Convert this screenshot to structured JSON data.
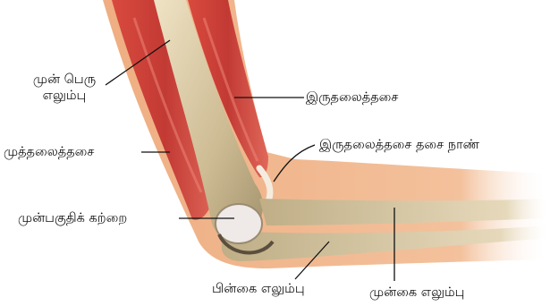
{
  "labels": {
    "humerus": "முன் பெரு\nஎலும்பு",
    "biceps": "இருதலைத்தசை",
    "triceps": "முத்தலைத்தசை",
    "biceps_tendon": "இருதலைத்தசை தசை நாண்",
    "cartilage": "முன்பகுதிக் கற்றை",
    "ulna": "பின்கை எலும்பு",
    "radius": "முன்கை எலும்பு"
  },
  "colors": {
    "skin": "#f0b184",
    "muscle": "#cc3a33",
    "bone": "#c9b78e",
    "cartilage": "#efe9e8",
    "line": "#111111"
  }
}
